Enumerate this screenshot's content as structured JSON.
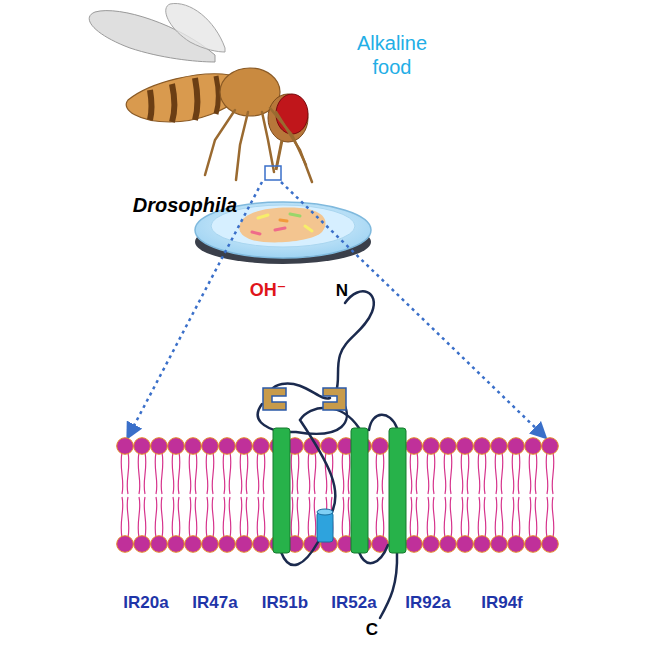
{
  "diagram": {
    "labels": [
      "Alkaline food",
      "Drosophila",
      "OH⁻",
      "N",
      "IR20a",
      "IR47a",
      "IR51b",
      "IR52a",
      "IR92a",
      "IR94f",
      "C"
    ]
  }
}
